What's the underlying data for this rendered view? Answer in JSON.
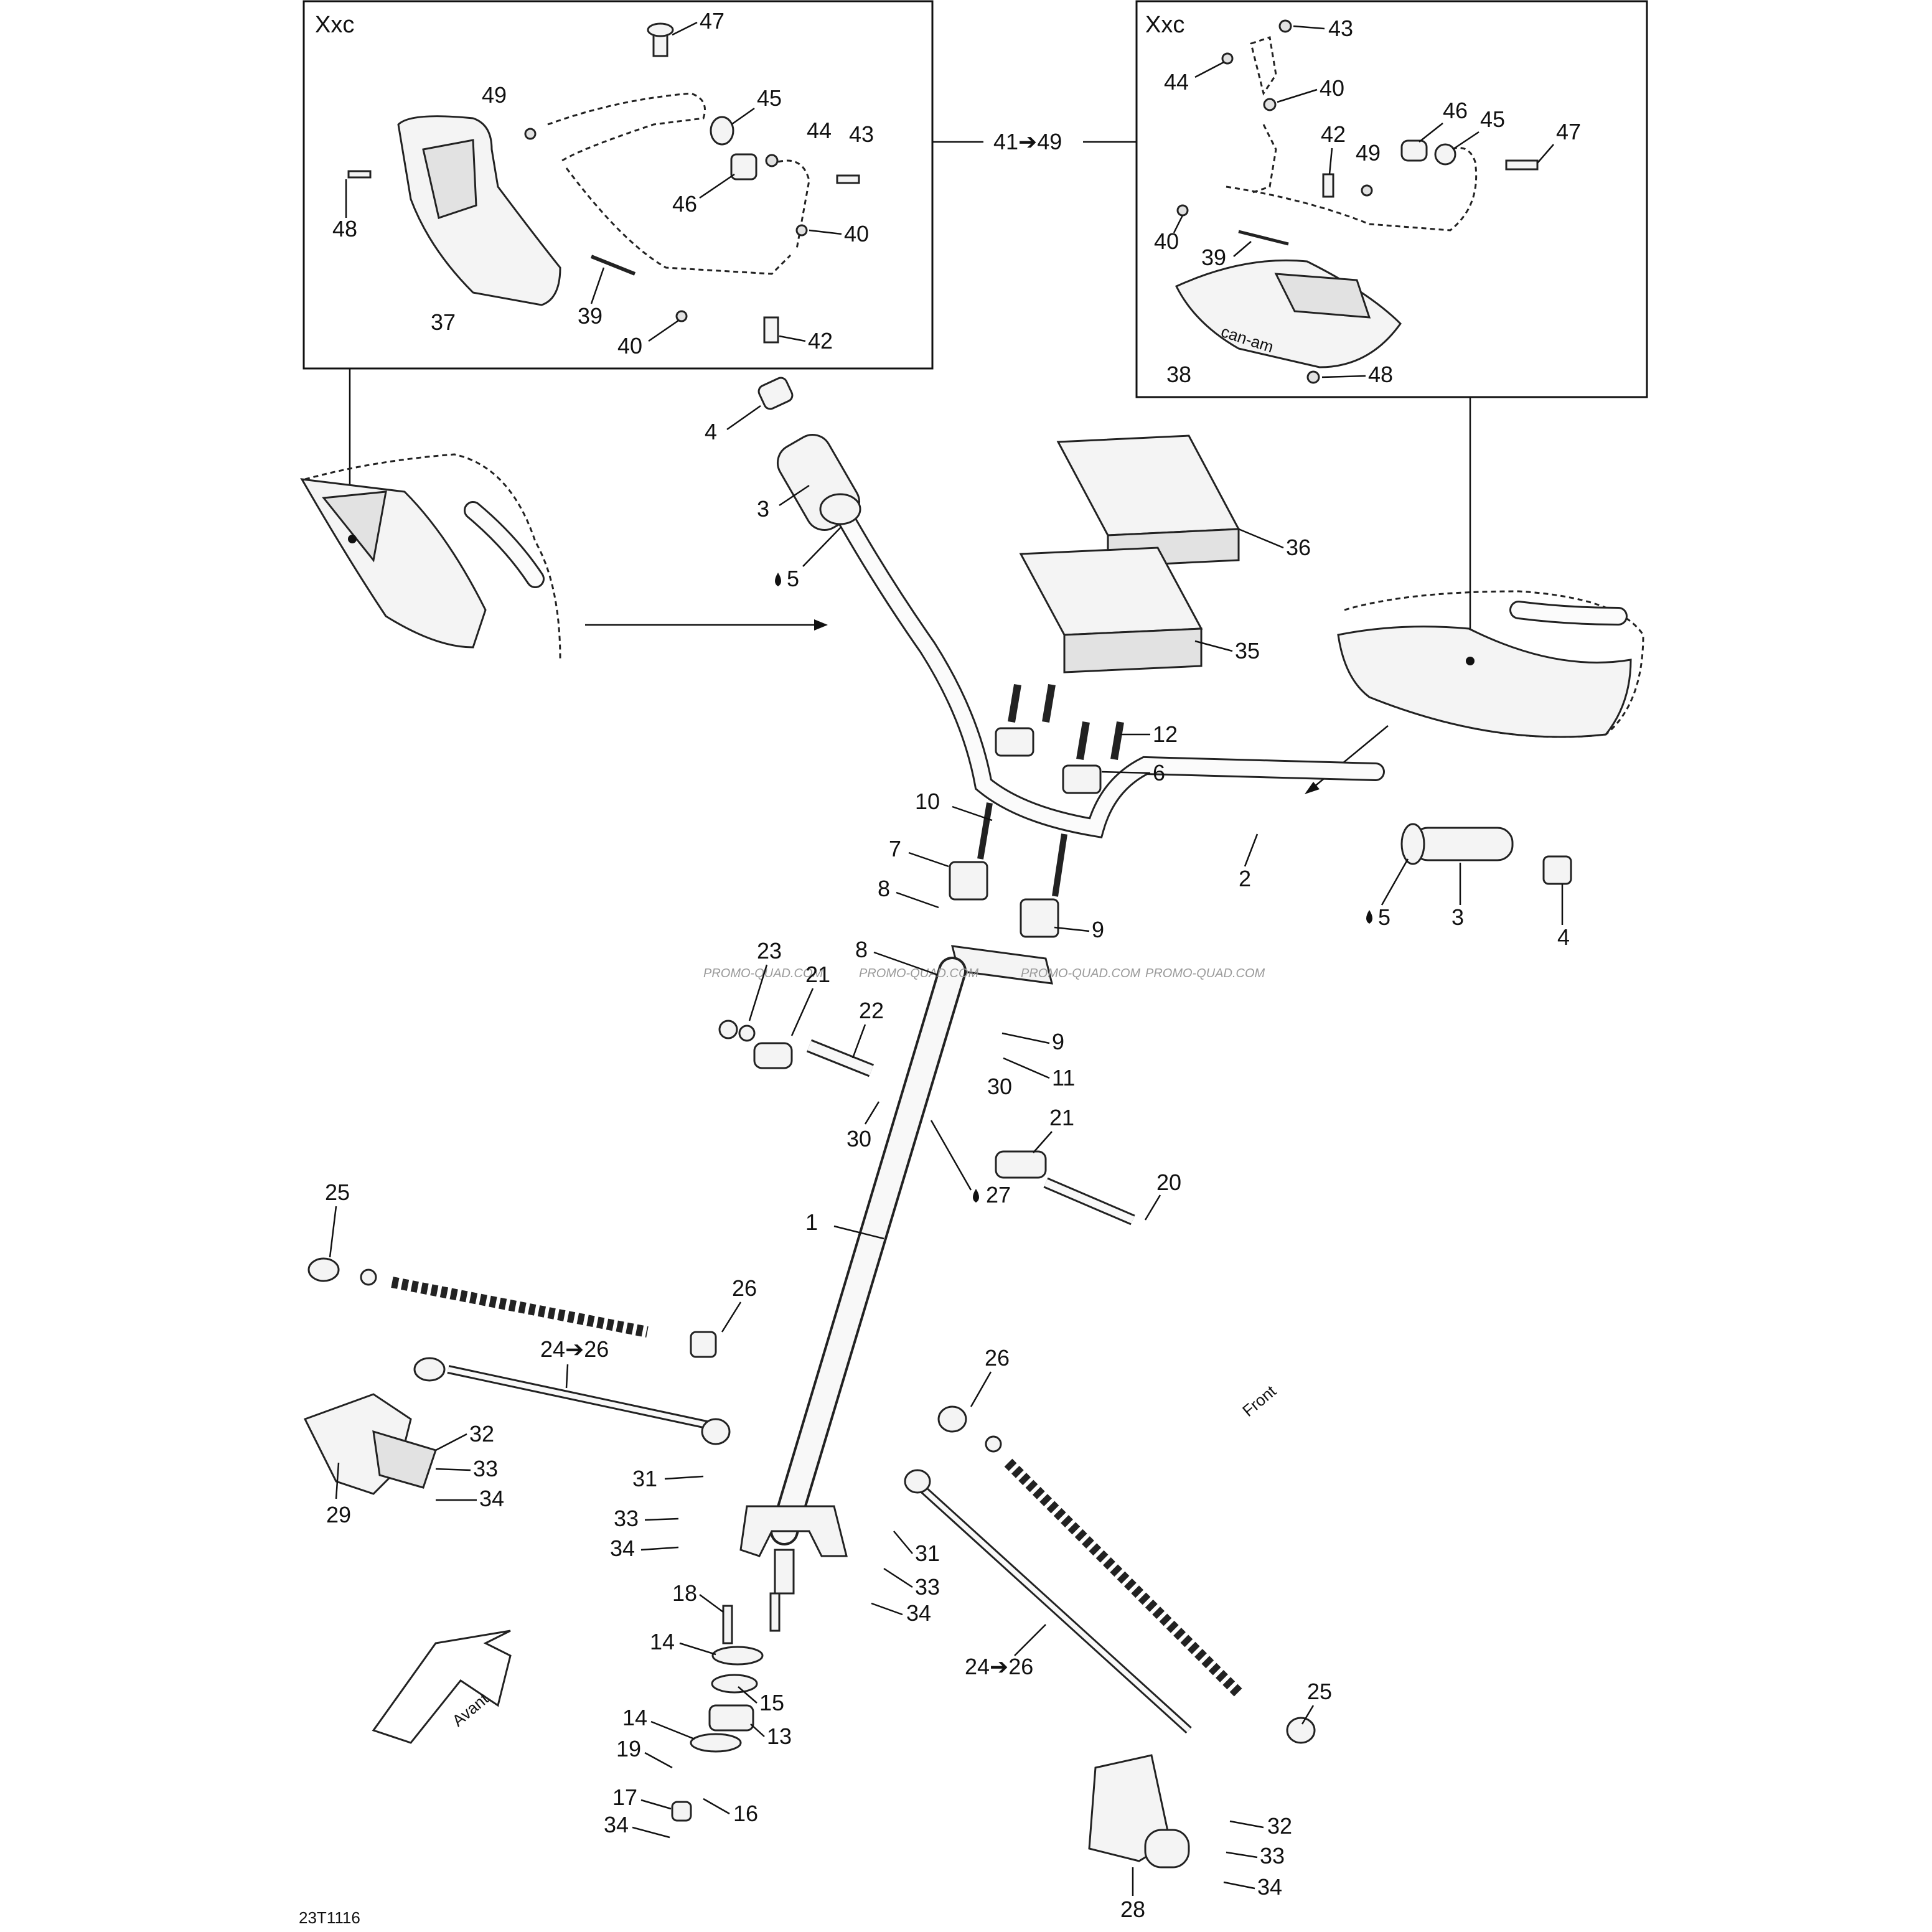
{
  "insets": {
    "left": {
      "title": "Xxc",
      "labels": [
        "47",
        "49",
        "45",
        "44",
        "43",
        "46",
        "40",
        "48",
        "37",
        "39",
        "40",
        "42"
      ]
    },
    "right": {
      "title": "Xxc",
      "labels": [
        "43",
        "44",
        "40",
        "42",
        "46",
        "45",
        "47",
        "49",
        "40",
        "39",
        "38",
        "48"
      ]
    },
    "range_label": "41➔49"
  },
  "watermark": "PROMO-QUAD.COM",
  "drawing_code": "23T1116",
  "front_arrow": {
    "line1": "Front",
    "line2": "Avant"
  },
  "callouts": {
    "c1": "1",
    "c2": "2",
    "c3a": "3",
    "c3b": "3",
    "c4a": "4",
    "c4b": "4",
    "c5a": "5",
    "c5b": "5",
    "c6": "6",
    "c7": "7",
    "c8a": "8",
    "c8b": "8",
    "c9a": "9",
    "c9b": "9",
    "c10": "10",
    "c11": "11",
    "c12": "12",
    "c13": "13",
    "c14a": "14",
    "c14b": "14",
    "c15": "15",
    "c16": "16",
    "c17": "17",
    "c18": "18",
    "c19": "19",
    "c20": "20",
    "c21a": "21",
    "c21b": "21",
    "c22": "22",
    "c23": "23",
    "c24a": "24➔26",
    "c24b": "24➔26",
    "c25a": "25",
    "c25b": "25",
    "c26a": "26",
    "c26b": "26",
    "c27": "27",
    "c28": "28",
    "c29": "29",
    "c30a": "30",
    "c30b": "30",
    "c31a": "31",
    "c31b": "31",
    "c32a": "32",
    "c32b": "32",
    "c33a": "33",
    "c33b": "33",
    "c33c": "33",
    "c34a": "34",
    "c34b": "34",
    "c34c": "34",
    "c34d": "34",
    "c34e": "34",
    "c35": "35",
    "c36": "36"
  },
  "drop_icon": "oil-drop-icon"
}
